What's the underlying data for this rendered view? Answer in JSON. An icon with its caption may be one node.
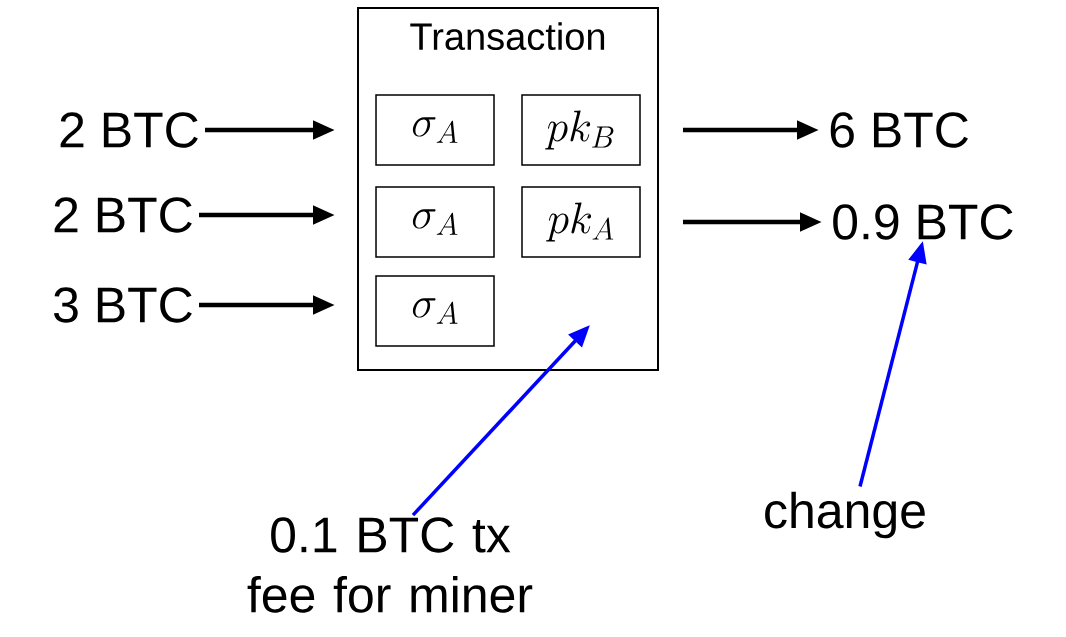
{
  "diagram": {
    "nodes": [
      {
        "text": [
          "2 BTC"
        ]
      },
      {
        "text": [
          "2 BTC"
        ]
      },
      {
        "text": [
          "3 BTC"
        ]
      },
      {
        "text": [
          "Transaction"
        ]
      },
      {
        "text": [
          "\\sigma_A"
        ],
        "in": 3
      },
      {
        "text": [
          "pk_B"
        ],
        "in": 3
      },
      {
        "text": [
          "\\sigma_A"
        ],
        "in": 3
      },
      {
        "text": [
          "pk_A"
        ],
        "in": 3
      },
      {
        "text": [
          "\\sigma_A"
        ],
        "in": 3
      },
      {
        "text": [
          "6 BTC"
        ]
      },
      {
        "text": [
          "0.9 BTC"
        ]
      },
      {
        "text": [
          "0.1 BTC tx fee for miner"
        ]
      },
      {
        "text": [
          "change"
        ]
      }
    ],
    "edges": [
      {
        "from": 0,
        "to": 3,
        "arrow": "to"
      },
      {
        "from": 1,
        "to": 3,
        "arrow": "to"
      },
      {
        "from": 2,
        "to": 3,
        "arrow": "to"
      },
      {
        "from": 3,
        "to": 9,
        "arrow": "to"
      },
      {
        "from": 3,
        "to": 10,
        "arrow": "to"
      },
      {
        "from": 11,
        "to": null,
        "arrow": "to",
        "color": "#0000ff"
      },
      {
        "from": 12,
        "to": 10,
        "arrow": "to",
        "color": "#0000ff"
      }
    ]
  }
}
